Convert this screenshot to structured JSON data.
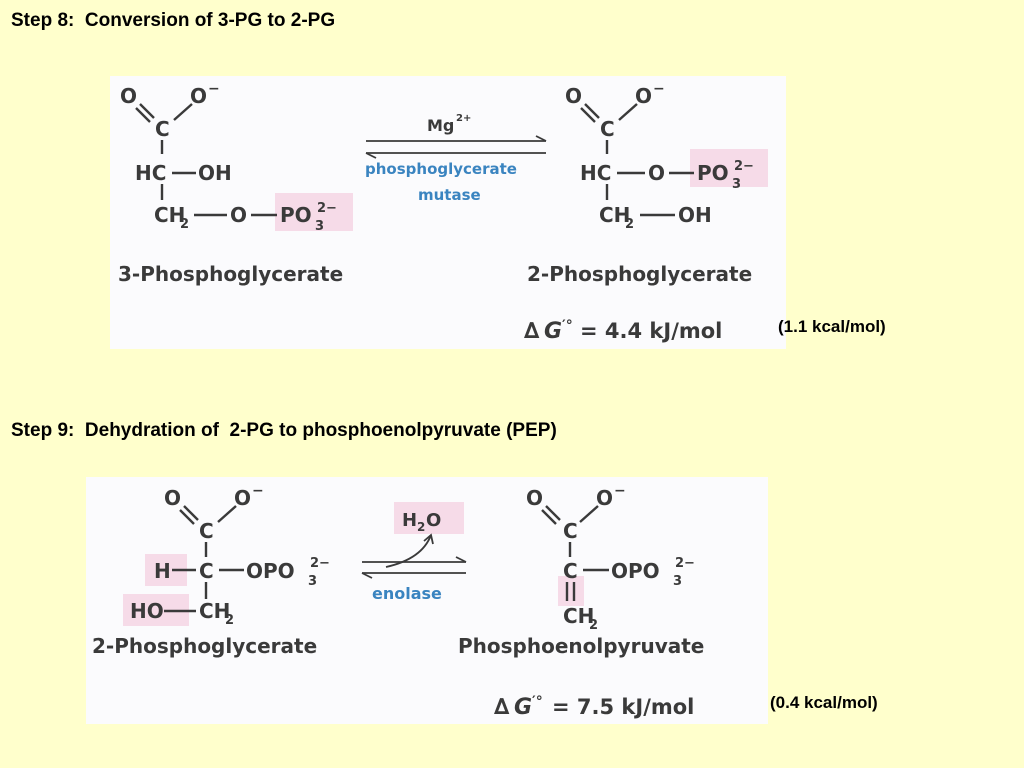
{
  "step8": {
    "title": "Step 8:  Conversion of 3-PG to 2-PG",
    "reactant": {
      "o_double": "O",
      "o_minus": "O",
      "minus": "−",
      "c_top": "C",
      "hc": "HC",
      "oh": "OH",
      "ch2": "CH",
      "sub2": "2",
      "o_ester": "O",
      "po3": "PO",
      "po3_sub": "3",
      "po3_sup": "2−",
      "name": "3-Phosphoglycerate"
    },
    "enzyme": {
      "cofactor": "Mg",
      "cofactor_sup": "2+",
      "line1": "phosphoglycerate",
      "line2": "mutase"
    },
    "product": {
      "o_double": "O",
      "o_minus": "O",
      "minus": "−",
      "c_top": "C",
      "hc": "HC",
      "o_ester": "O",
      "po3": "PO",
      "po3_sub": "3",
      "po3_sup": "2−",
      "ch2": "CH",
      "sub2": "2",
      "oh": "OH",
      "name": "2-Phosphoglycerate"
    },
    "delta_g": {
      "symbol": "∆",
      "g": "G",
      "prime": "′°",
      "value": "=  4.4  kJ/mol"
    },
    "kcal": "(1.1 kcal/mol)"
  },
  "step9": {
    "title": "Step 9:  Dehydration of  2-PG to phosphoenolpyruvate (PEP)",
    "reactant": {
      "o_double": "O",
      "o_minus": "O",
      "minus": "−",
      "c_top": "C",
      "h": "H",
      "c_mid": "C",
      "opo3": "OPO",
      "opo3_sub": "3",
      "opo3_sup": "2−",
      "ho": "HO",
      "ch2": "CH",
      "sub2": "2",
      "name": "2-Phosphoglycerate"
    },
    "water": {
      "h": "H",
      "sub2": "2",
      "o": "O"
    },
    "enzyme": "enolase",
    "product": {
      "o_double": "O",
      "o_minus": "O",
      "minus": "−",
      "c_top": "C",
      "c_mid": "C",
      "opo3": "OPO",
      "opo3_sub": "3",
      "opo3_sup": "2−",
      "ch2": "CH",
      "sub2": "2",
      "name": "Phosphoenolpyruvate"
    },
    "delta_g": {
      "symbol": "∆",
      "g": "G",
      "prime": "′°",
      "value": "= 7.5  kJ/mol"
    },
    "kcal": "(0.4 kcal/mol)"
  },
  "colors": {
    "background": "#ffffcc",
    "panel": "#fbfbfd",
    "highlight": "#f6dbe8",
    "enzyme": "#3a84c0",
    "structure": "#3a3a3a"
  }
}
